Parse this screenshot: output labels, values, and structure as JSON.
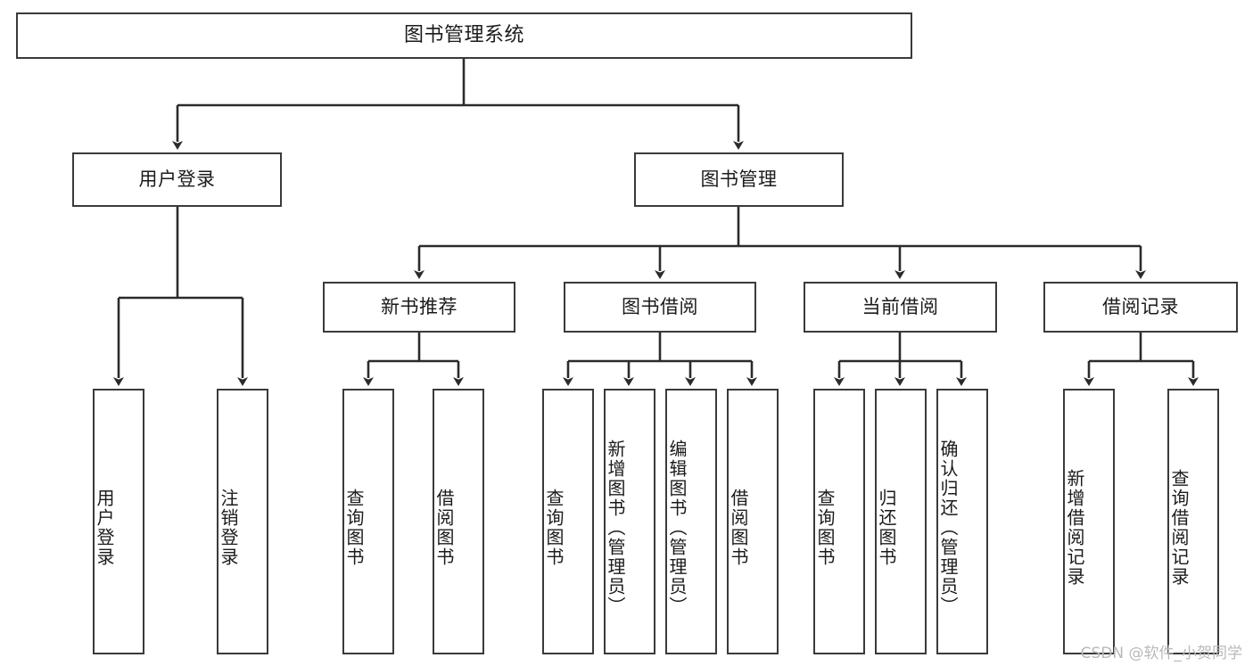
{
  "diagram": {
    "type": "tree-hierarchy-flowchart",
    "title": "图书管理系统",
    "watermark": "CSDN @软件_小贺同学",
    "colors": {
      "background": "#ffffff",
      "box_border": "#3a3a3a",
      "connector": "#2b2b2b",
      "text": "#1b1b1b",
      "watermark": "#b9b9b9"
    },
    "nodes": {
      "root": {
        "label": "图书管理系统"
      },
      "level2": [
        {
          "id": "user-login",
          "label": "用户登录"
        },
        {
          "id": "book-management",
          "label": "图书管理"
        }
      ],
      "level3": [
        {
          "id": "new-book-recommend",
          "label": "新书推荐"
        },
        {
          "id": "book-borrow",
          "label": "图书借阅"
        },
        {
          "id": "current-borrow",
          "label": "当前借阅"
        },
        {
          "id": "borrow-record",
          "label": "借阅记录"
        }
      ],
      "leaves": {
        "user-login": [
          {
            "id": "leaf-user-login",
            "label": "用户登录"
          },
          {
            "id": "leaf-user-logout",
            "label": "注销登录"
          }
        ],
        "new-book-recommend": [
          {
            "id": "leaf-query-book-1",
            "label": "查询图书"
          },
          {
            "id": "leaf-borrow-book-1",
            "label": "借阅图书"
          }
        ],
        "book-borrow": [
          {
            "id": "leaf-query-book-2",
            "label": "查询图书"
          },
          {
            "id": "leaf-add-book",
            "label": "新增图书（管理员）"
          },
          {
            "id": "leaf-edit-book",
            "label": "编辑图书（管理员）"
          },
          {
            "id": "leaf-borrow-book-2",
            "label": "借阅图书"
          }
        ],
        "current-borrow": [
          {
            "id": "leaf-query-book-3",
            "label": "查询图书"
          },
          {
            "id": "leaf-return-book",
            "label": "归还图书"
          },
          {
            "id": "leaf-confirm-return",
            "label": "确认归还（管理员）"
          }
        ],
        "borrow-record": [
          {
            "id": "leaf-add-record",
            "label": "新增借阅记录"
          },
          {
            "id": "leaf-query-record",
            "label": "查询借阅记录"
          }
        ]
      }
    }
  }
}
